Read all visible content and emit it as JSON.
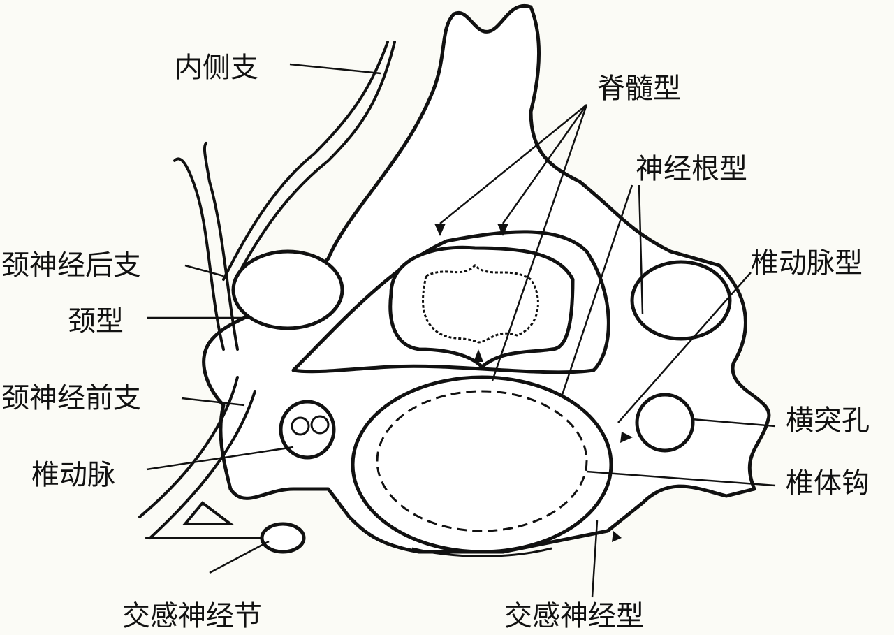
{
  "labels": {
    "medial_branch": "内侧支",
    "myelopathy_type": "脊髓型",
    "radiculopathy_type": "神经根型",
    "posterior_cervical_nerve": "颈神经后支",
    "vertebral_artery_type": "椎动脉型",
    "neck_type": "颈型",
    "anterior_cervical_nerve": "颈神经前支",
    "transverse_foramen": "横突孔",
    "vertebral_artery": "椎动脉",
    "uncinate_process": "椎体钩",
    "sympathetic_ganglion": "交感神经节",
    "sympathetic_type": "交感神经型"
  }
}
